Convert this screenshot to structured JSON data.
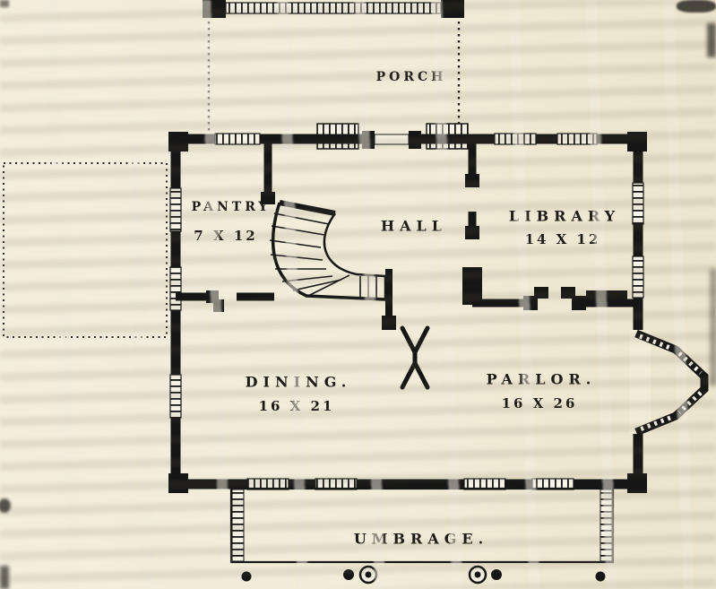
{
  "page": {
    "background_color": "#f1ecd8",
    "ink_color": "#161616",
    "description": "Scanned book engraving of a house first-floor plan"
  },
  "rooms": {
    "porch": {
      "label": "PORCH"
    },
    "pantry": {
      "label": "PANTRY",
      "size": "7 X 12"
    },
    "hall": {
      "label": "HALL"
    },
    "library": {
      "label": "LIBRARY",
      "size": "14 X 12"
    },
    "dining": {
      "label": "DINING.",
      "size": "16 X 21"
    },
    "parlor": {
      "label": "PARLOR.",
      "size": "16 X 26"
    },
    "umbrage": {
      "label": "UMBRAGE."
    }
  }
}
